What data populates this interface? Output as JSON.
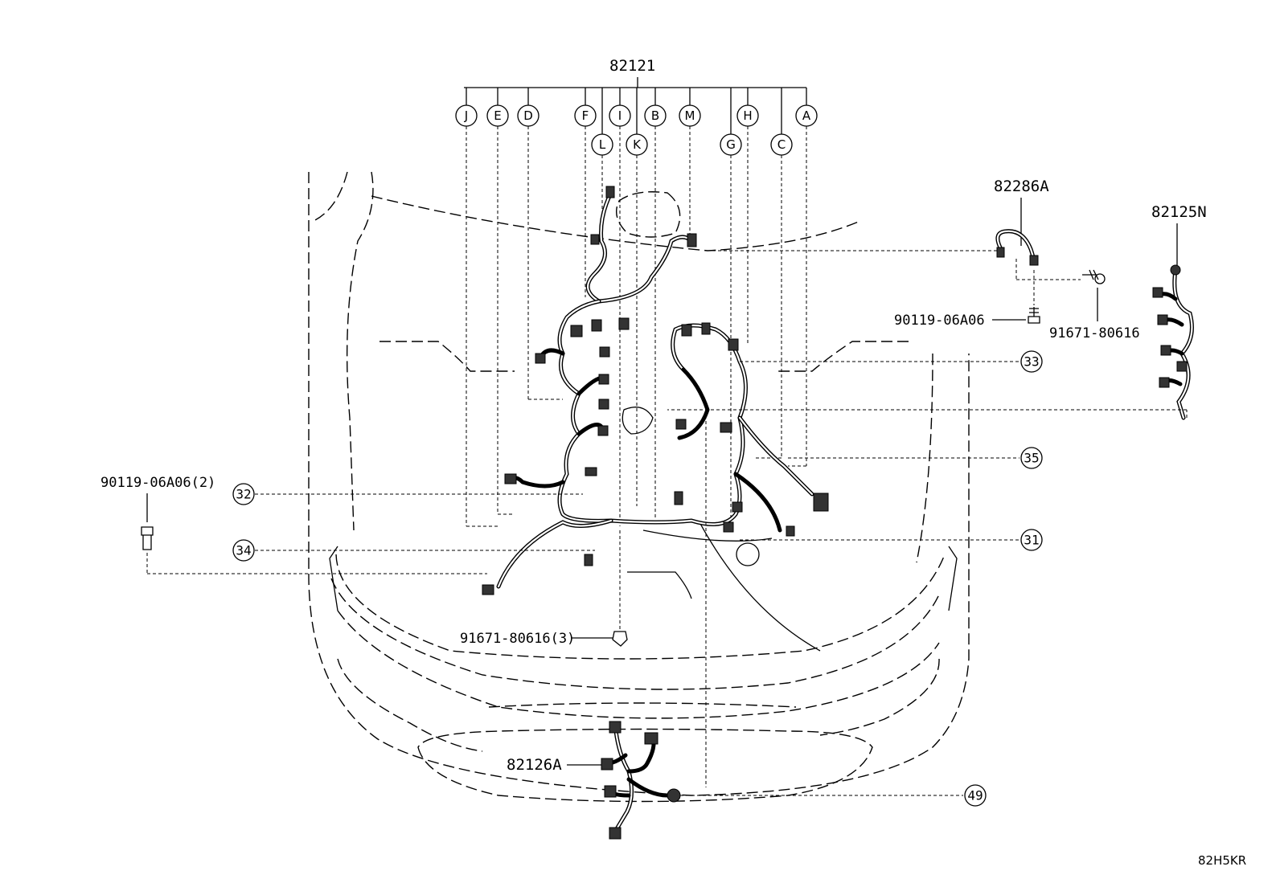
{
  "parts": {
    "main_harness": "82121",
    "engine_room_2": "82286A",
    "harness_right": "82125N",
    "harness_front": "82126A",
    "bolt_left": "90119-06A06(2)",
    "bolt_right": "90119-06A06",
    "clip_bottom": "91671-80616(3)",
    "clip_right": "91671-80616"
  },
  "branch_letters": [
    "J",
    "E",
    "D",
    "F",
    "L",
    "I",
    "K",
    "B",
    "M",
    "G",
    "H",
    "C",
    "A"
  ],
  "callouts": {
    "c31": "31",
    "c32": "32",
    "c33": "33",
    "c34": "34",
    "c35": "35",
    "c49": "49"
  },
  "diagram_code": "82H5KR"
}
